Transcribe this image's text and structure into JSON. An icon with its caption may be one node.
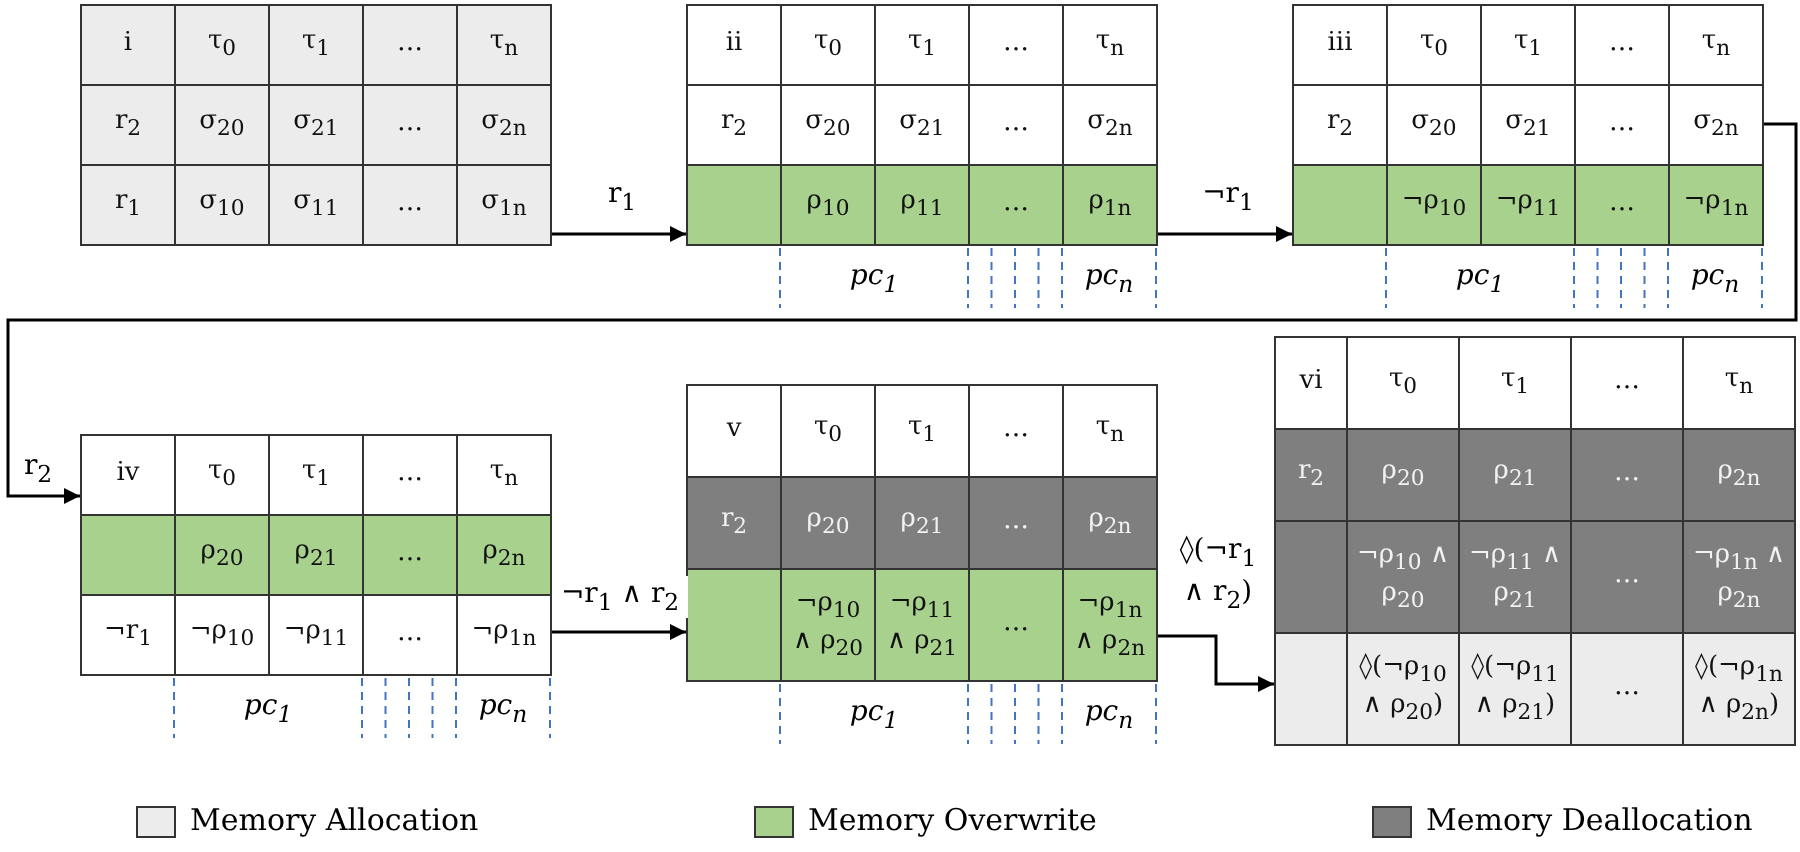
{
  "diagram": {
    "nodes": [
      {
        "text": [
          "i",
          "τ$_{0}$",
          "τ$_{1}$",
          "…",
          "τ$_{n}$",
          "r$_{2}$",
          "σ$_{20}$",
          "σ$_{21}$",
          "…",
          "σ$_{2n}$",
          "r$_{1}$",
          "σ$_{10}$",
          "σ$_{11}$",
          "…",
          "σ$_{1n}$"
        ]
      },
      {
        "text": [
          "ii",
          "τ$_{0}$",
          "τ$_{1}$",
          "…",
          "τ$_{n}$",
          "r$_{2}$",
          "σ$_{20}$",
          "σ$_{21}$",
          "…",
          "σ$_{2n}$",
          "ρ$_{10}$",
          "ρ$_{11}$",
          "…",
          "ρ$_{1n}$"
        ],
        "beside": [
          "pc$_{1}$",
          "pc$_{n}$"
        ]
      },
      {
        "text": [
          "iii",
          "τ$_{0}$",
          "τ$_{1}$",
          "…",
          "τ$_{n}$",
          "r$_{2}$",
          "σ$_{20}$",
          "σ$_{21}$",
          "…",
          "σ$_{2n}$",
          "¬ρ$_{10}$",
          "¬ρ$_{11}$",
          "…",
          "¬ρ$_{1n}$"
        ],
        "beside": [
          "pc$_{1}$",
          "pc$_{n}$"
        ]
      },
      {
        "text": [
          "iv",
          "τ$_{0}$",
          "τ$_{1}$",
          "…",
          "τ$_{n}$",
          "ρ$_{20}$",
          "ρ$_{21}$",
          "…",
          "ρ$_{2n}$",
          "¬r$_{1}$",
          "¬ρ$_{10}$",
          "¬ρ$_{11}$",
          "…",
          "¬ρ$_{1n}$"
        ],
        "beside": [
          "pc$_{1}$",
          "pc$_{n}$"
        ]
      },
      {
        "text": [
          "v",
          "τ$_{0}$",
          "τ$_{1}$",
          "…",
          "τ$_{n}$",
          "r$_{2}$",
          "ρ$_{20}$",
          "ρ$_{21}$",
          "…",
          "ρ$_{2n}$",
          "¬ρ$_{10}$ ∧ ρ$_{20}$",
          "¬ρ$_{11}$ ∧ ρ$_{21}$",
          "…",
          "¬ρ$_{1n}$ ∧ ρ$_{2n}$"
        ],
        "beside": [
          "pc$_{1}$",
          "pc$_{n}$"
        ]
      },
      {
        "text": [
          "vi",
          "τ$_{0}$",
          "τ$_{1}$",
          "…",
          "τ$_{n}$",
          "r$_{2}$",
          "ρ$_{20}$",
          "ρ$_{21}$",
          "…",
          "ρ$_{2n}$",
          "¬ρ$_{10}$ ∧ ρ$_{20}$",
          "¬ρ$_{11}$ ∧ ρ$_{21}$",
          "…",
          "¬ρ$_{1n}$ ∧ ρ$_{2n}$",
          "◊(¬ρ$_{10}$ ∧ ρ$_{20}$)",
          "◊(¬ρ$_{11}$ ∧ ρ$_{21}$)",
          "…",
          "◊(¬ρ$_{1n}$ ∧ ρ$_{2n}$)"
        ]
      }
    ],
    "edges": [
      {
        "from": 0,
        "to": 1,
        "arrow": "to",
        "label": "r$_{1}$"
      },
      {
        "from": 1,
        "to": 2,
        "arrow": "to",
        "label": "¬r$_{1}$"
      },
      {
        "from": 2,
        "to": 3,
        "arrow": "to",
        "label": "r$_{2}$"
      },
      {
        "from": 3,
        "to": 4,
        "arrow": "to",
        "label": "¬r$_{1}$ ∧ r$_{2}$"
      },
      {
        "from": 4,
        "to": 5,
        "arrow": "to",
        "label": "◊(¬r$_{1}$ ∧ r$_{2}$)"
      }
    ],
    "legend": [
      {
        "text": "Memory Allocation",
        "color": "#ececec"
      },
      {
        "text": "Memory Overwrite",
        "color": "#a9d18e"
      },
      {
        "text": "Memory Deallocation",
        "color": "#7f7f7f"
      }
    ]
  }
}
